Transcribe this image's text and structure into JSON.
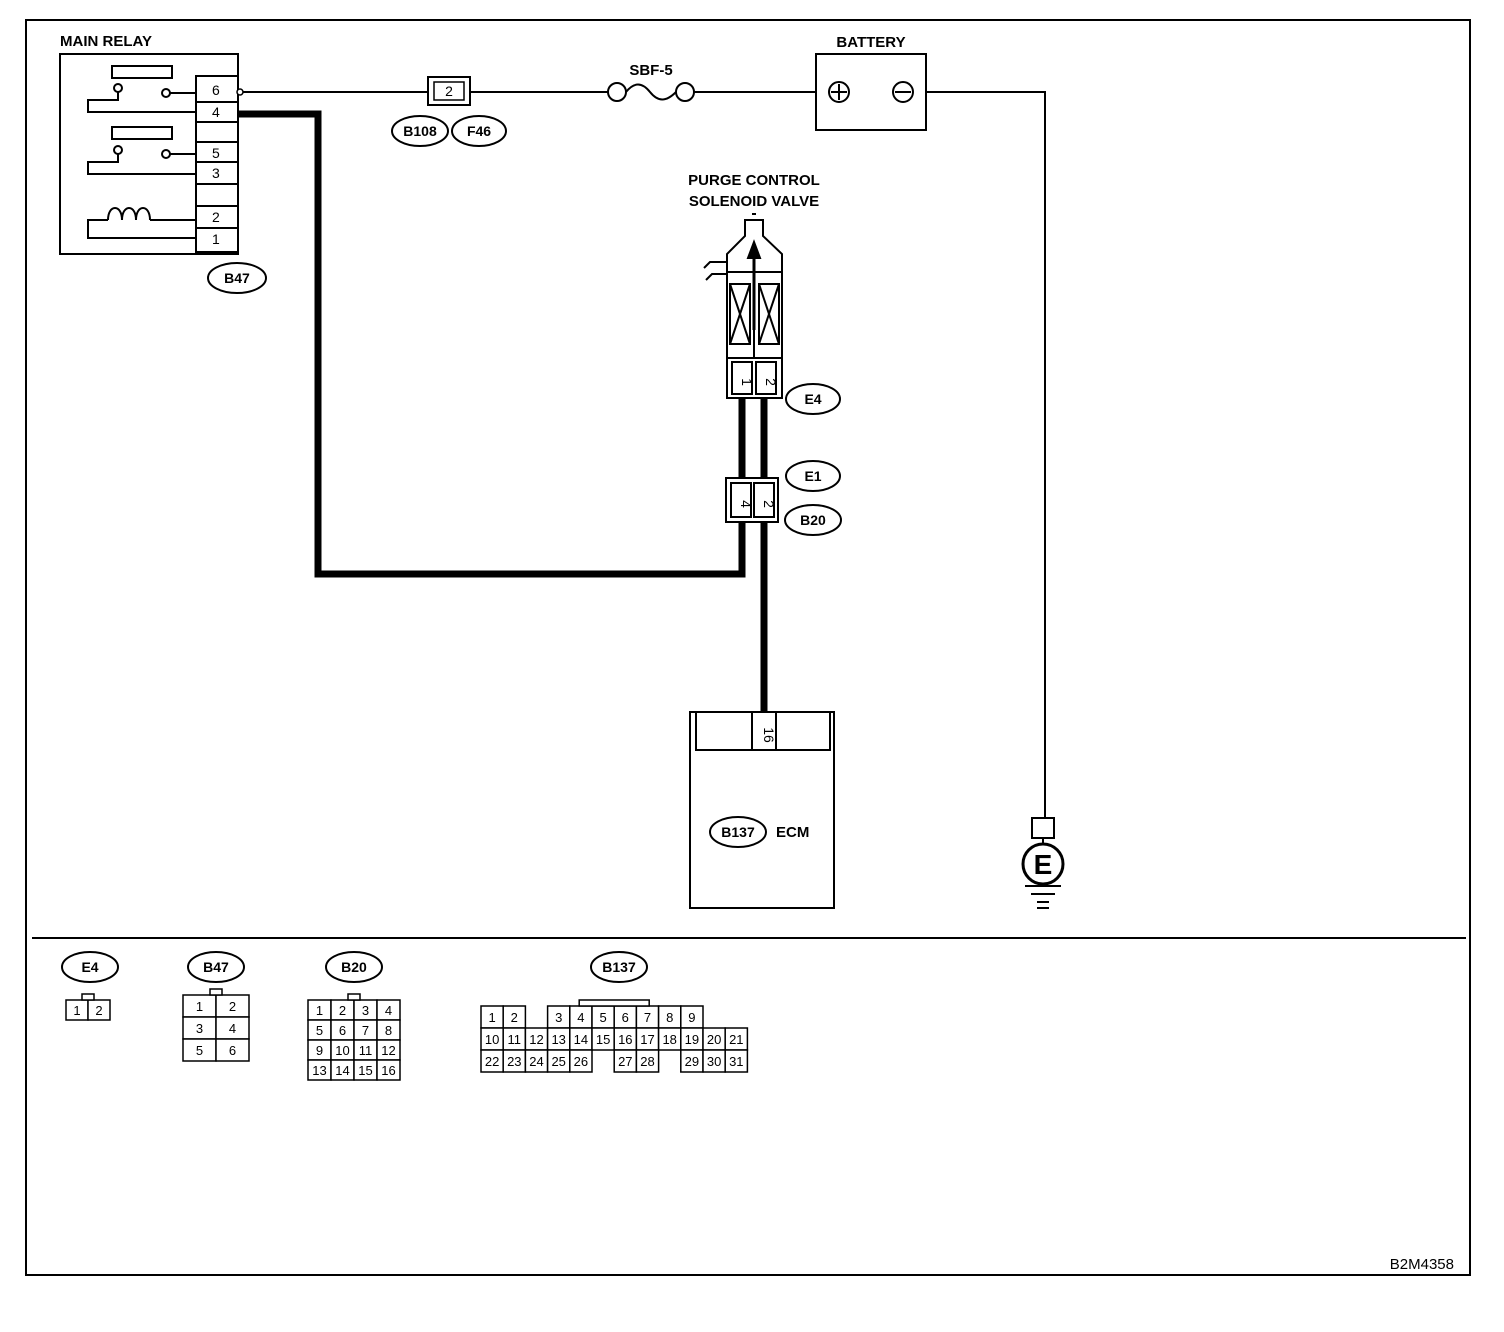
{
  "diagram": {
    "components": {
      "main_relay": {
        "label": "MAIN RELAY",
        "connector": "B47",
        "pins": [
          "6",
          "4",
          "5",
          "3",
          "2",
          "1"
        ]
      },
      "battery": {
        "label": "BATTERY",
        "plus": "+",
        "minus": "−"
      },
      "fuse": {
        "label": "SBF-5"
      },
      "fuse_connector": {
        "pin": "2",
        "tags": [
          "B108",
          "F46"
        ]
      },
      "solenoid": {
        "label_line1": "PURGE CONTROL",
        "label_line2": "SOLENOID VALVE",
        "connector": "E4",
        "pins": [
          "1",
          "2"
        ]
      },
      "joint": {
        "connectors": [
          "E1",
          "B20"
        ],
        "pins": [
          "4",
          "2"
        ]
      },
      "ecm": {
        "label": "ECM",
        "connector": "B137",
        "pin": "16"
      },
      "ground": {
        "symbol": "E"
      }
    },
    "connector_views": [
      {
        "name": "E4",
        "rows": [
          [
            "1",
            "2"
          ]
        ]
      },
      {
        "name": "B47",
        "rows": [
          [
            "1",
            "2"
          ],
          [
            "3",
            "4"
          ],
          [
            "5",
            "6"
          ]
        ]
      },
      {
        "name": "B20",
        "rows": [
          [
            "1",
            "2",
            "3",
            "4"
          ],
          [
            "5",
            "6",
            "7",
            "8"
          ],
          [
            "9",
            "10",
            "11",
            "12"
          ],
          [
            "13",
            "14",
            "15",
            "16"
          ]
        ]
      },
      {
        "name": "B137",
        "rows": [
          [
            "1",
            "2",
            "",
            "3",
            "4",
            "5",
            "6",
            "7",
            "8",
            "9"
          ],
          [
            "10",
            "11",
            "12",
            "13",
            "14",
            "15",
            "16",
            "17",
            "18",
            "19",
            "20",
            "21"
          ],
          [
            "22",
            "23",
            "24",
            "25",
            "26",
            "",
            "27",
            "28",
            "",
            "29",
            "30",
            "31"
          ]
        ]
      }
    ],
    "figure_id": "B2M4358"
  }
}
